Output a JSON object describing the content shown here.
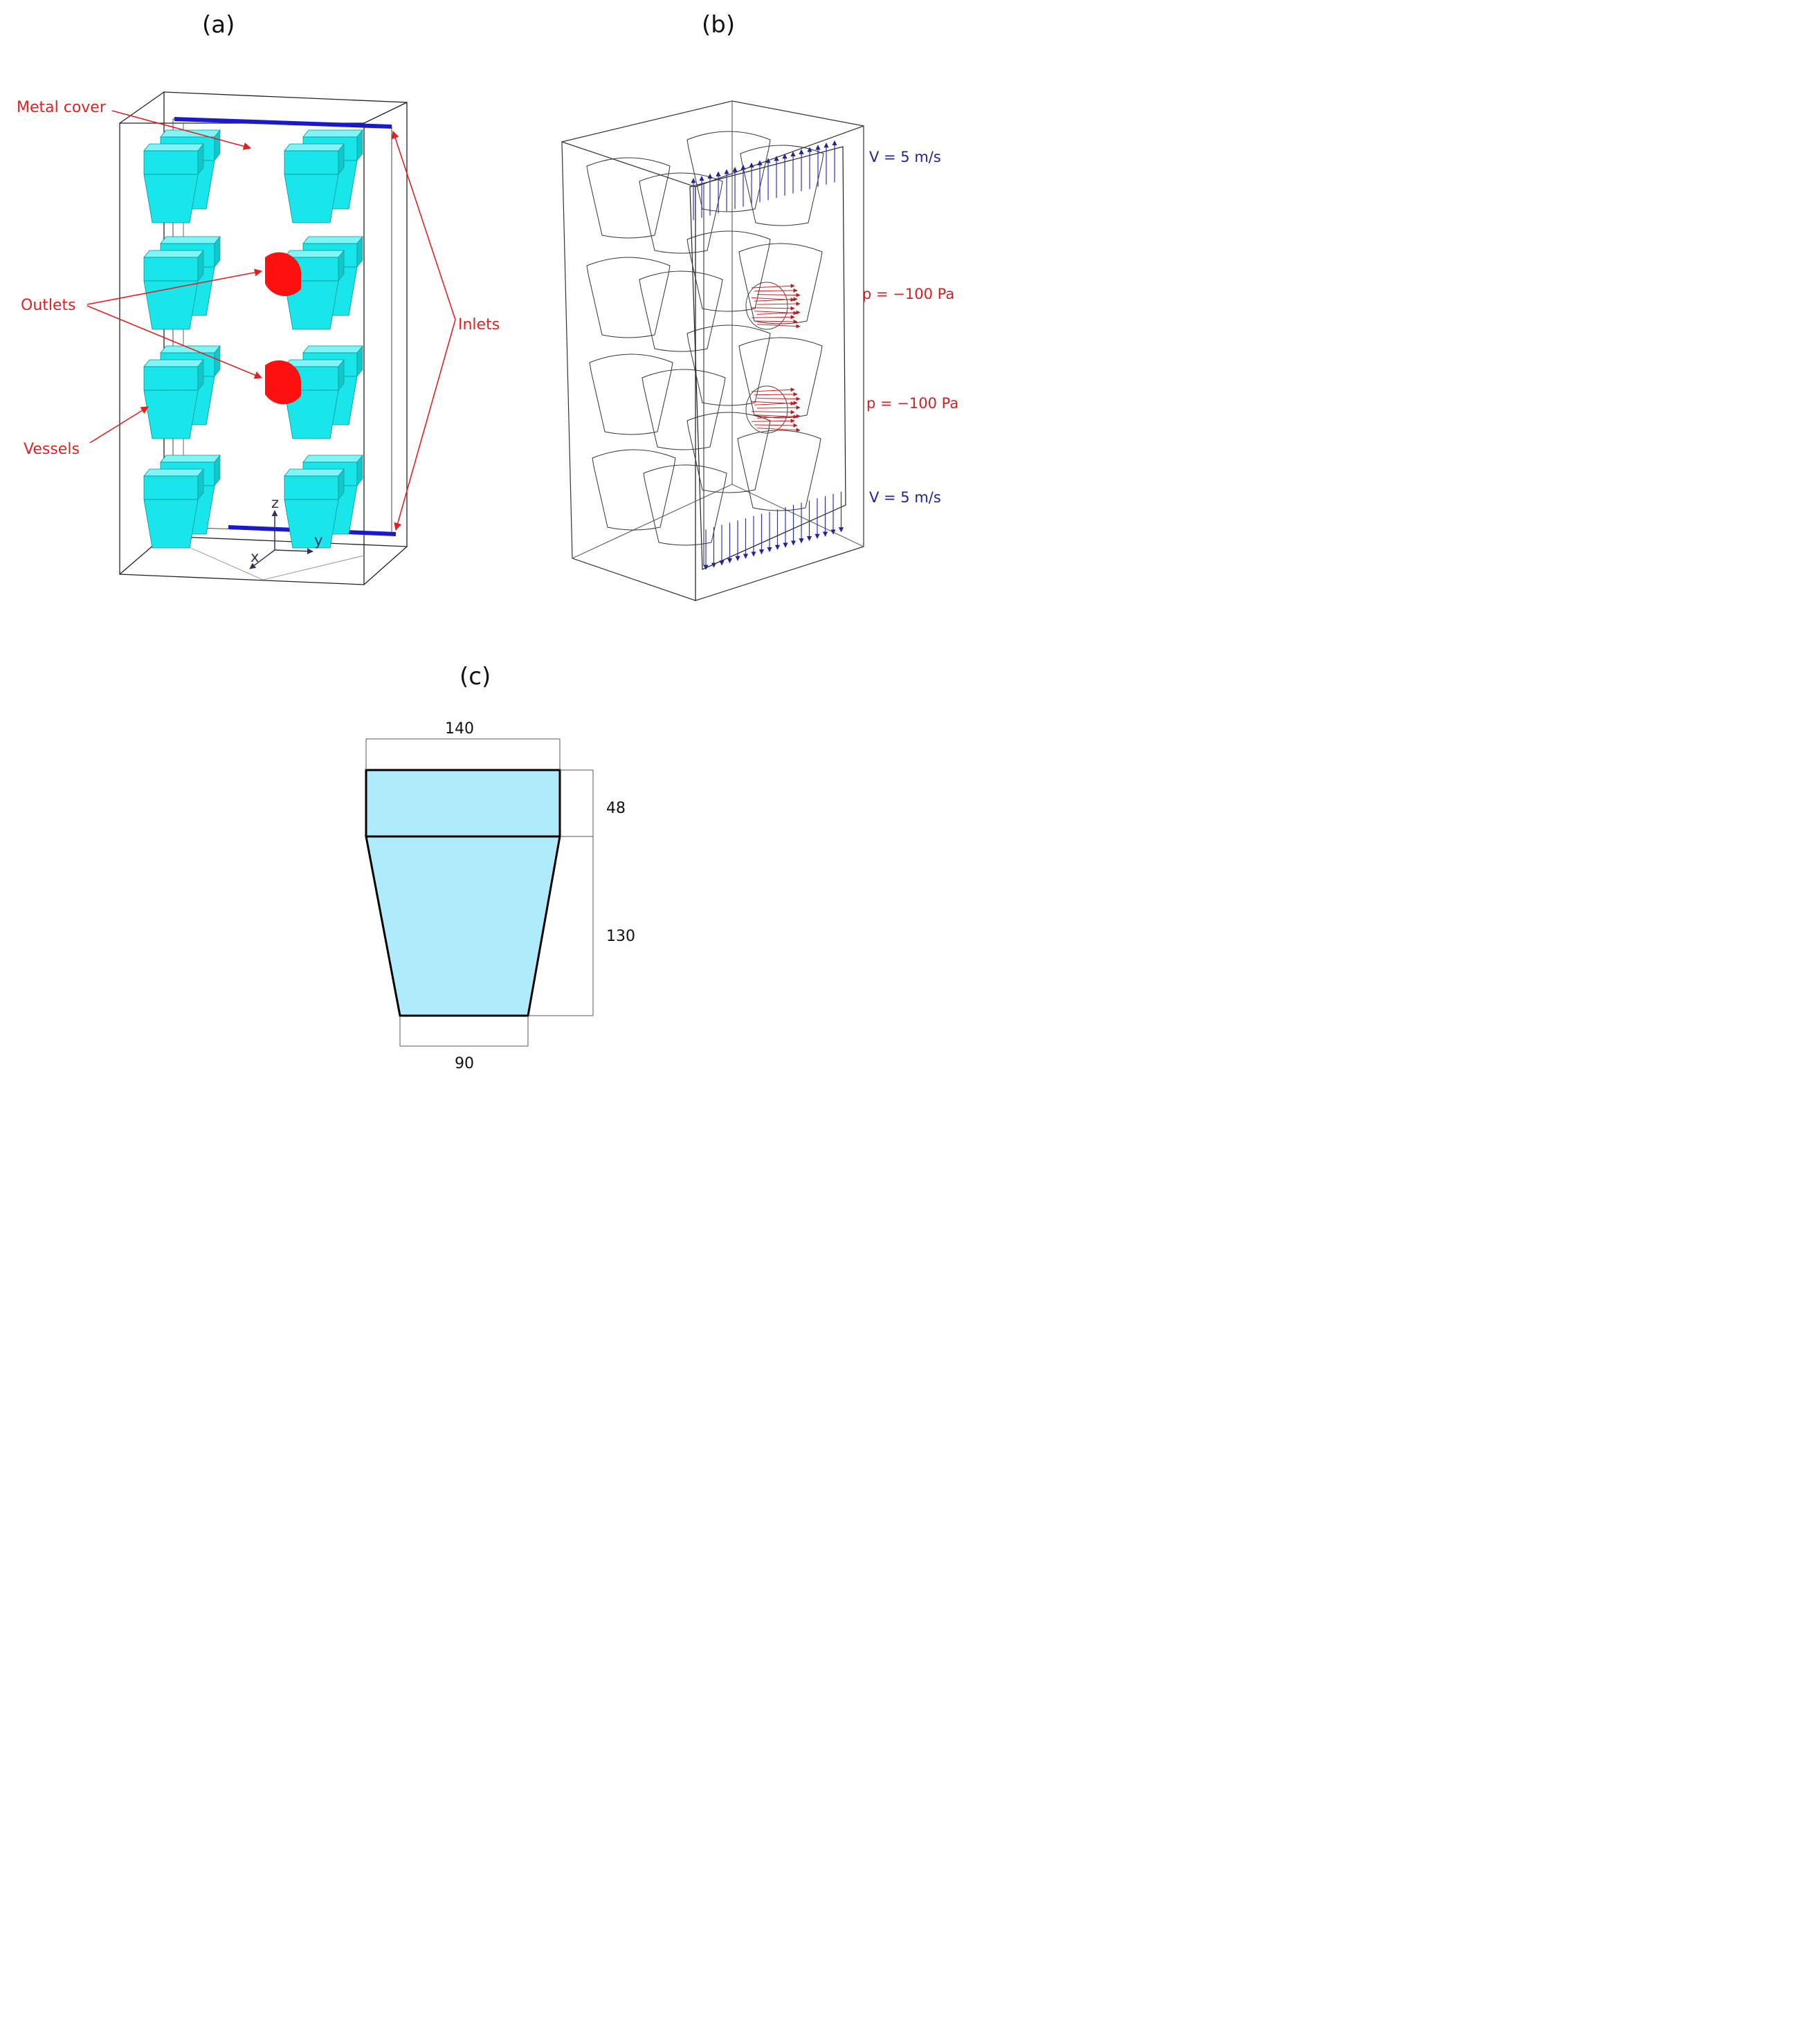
{
  "panel_a": {
    "label": "(a)",
    "annotations": {
      "metal_cover": "Metal cover",
      "outlets": "Outlets",
      "inlets": "Inlets",
      "vessels": "Vessels"
    },
    "axes": {
      "z": "z",
      "y": "y",
      "x": "x"
    }
  },
  "panel_b": {
    "label": "(b)",
    "bc_top_velocity": "V = 5 m/s",
    "bc_outlet_1": "p = −100 Pa",
    "bc_outlet_2": "p = −100 Pa",
    "bc_bottom_velocity": "V = 5 m/s"
  },
  "panel_c": {
    "label": "(c)",
    "dim_top_width": "140",
    "dim_cap_height": "48",
    "dim_body_height": "130",
    "dim_bottom_width": "90"
  },
  "colors": {
    "vessel_fill": "#18e6ea",
    "outlet_fill": "#ff1010",
    "inlet_bar": "#1a1acc",
    "annotation_red": "#e32020",
    "velocity_blue": "#22229a",
    "pressure_red": "#d42020",
    "cross_section_fill": "#aeebfb"
  }
}
